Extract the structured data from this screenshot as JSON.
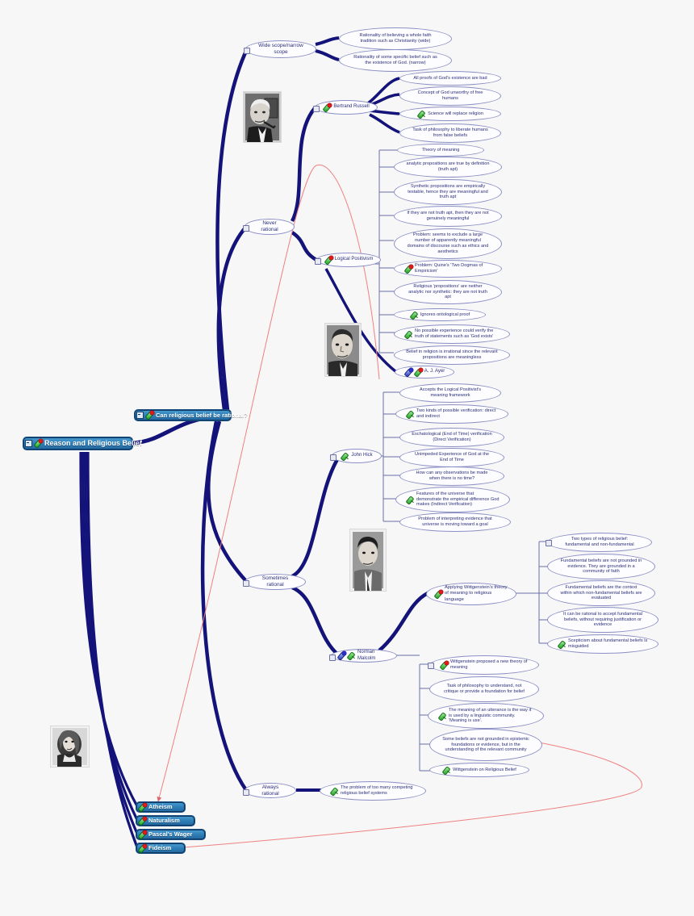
{
  "meta": {
    "title": "Reason and Religious Belief",
    "background": "#f7f7f7",
    "node_fill": "#2f7fb8",
    "line_color": "#13137a",
    "relation_color": "#f08080",
    "ellipse_text_color": "#2b2f7a"
  },
  "root": {
    "label": "Reason and Religious Belief",
    "icons": [
      "expand-icon",
      "pin-red-icon"
    ]
  },
  "central": {
    "label": "Can religious belief be rational?",
    "icons": [
      "expand-icon",
      "pin-red-icon"
    ]
  },
  "floating_topics": [
    {
      "label": "Atheism",
      "icons": [
        "pin-red-icon"
      ]
    },
    {
      "label": "Naturalism",
      "icons": [
        "pin-red-icon"
      ]
    },
    {
      "label": "Pascal's Wager",
      "icons": [
        "pin-red-icon"
      ]
    },
    {
      "label": "Fideism",
      "icons": [
        "pin-red-icon"
      ]
    }
  ],
  "branches": {
    "wide_narrow": {
      "label": "Wide scope/narrow scope",
      "children": [
        {
          "label": "Rationality of believing a whole faith tradition such as Christianity (wide)"
        },
        {
          "label": "Rationality of some specific belief such as the existence of God. (narrow)"
        }
      ]
    },
    "never_rational": {
      "label": "Never rational",
      "russell": {
        "label": "Bertrand Russell",
        "icons": [
          "pin-red-icon"
        ],
        "children": [
          {
            "label": "All proofs of God's existence are bad"
          },
          {
            "label": "Concept of God unworthy of free humans"
          },
          {
            "label": "Science will replace religion",
            "icons": [
              "pin-green-icon"
            ]
          },
          {
            "label": "Task of philosophy to liberate humans from false beliefs"
          }
        ]
      },
      "logical_positivism": {
        "label": "Logical Positivism",
        "icons": [
          "pin-red-icon"
        ],
        "children": [
          {
            "label": "Theory of meaning"
          },
          {
            "label": "analytic propositions are true by definition (truth apt)"
          },
          {
            "label": "Synthetic propositions are empirically testable, hence they are meaningful and truth apt"
          },
          {
            "label": "If they are not truth apt, then they are not genuinely meaningful"
          },
          {
            "label": "Problem: seems to exclude a large number of apparently meaningful domains of discourse such as ethics and aesthetics"
          },
          {
            "label": "Problem: Quine's 'Two Dogmas of Empiricism'",
            "icons": [
              "pin-red-icon"
            ]
          },
          {
            "label": "Religious 'propositions' are neither analytic nor synthetic: they are not truth apt"
          },
          {
            "label": "Ignores ontological proof",
            "icons": [
              "pin-green-icon"
            ]
          },
          {
            "label": "No possible experience could verify the truth of statements such as 'God exists'",
            "icons": [
              "pin-green-icon"
            ]
          },
          {
            "label": "Belief in religion is irrational since the relevant propositions are meaningless"
          }
        ]
      },
      "ayer": {
        "label": "A. J. Ayer",
        "icons": [
          "pin-blue-icon",
          "pin-red-icon"
        ]
      }
    },
    "sometimes_rational": {
      "label": "Sometimes rational",
      "hick": {
        "label": "John Hick",
        "icons": [
          "pin-green-icon"
        ],
        "children": [
          {
            "label": "Accepts the Logical Positivist's meaning framework"
          },
          {
            "label": "Two kinds of possible verification: direct and indirect",
            "icons": [
              "pin-red-icon"
            ]
          },
          {
            "label": "Eschatological (End of Time) verification (Direct Verification)"
          },
          {
            "label": "Unimpeded Experience of God at the End of Time"
          },
          {
            "label": "How can any observations be made when there is no time?"
          },
          {
            "label": "Features of the universe that demonstrate the empirical difference God makes (Indirect Verification)",
            "icons": [
              "pin-green-icon"
            ]
          },
          {
            "label": "Problem of interpreting evidence that universe is moving toward a goal"
          }
        ]
      },
      "applying_wittgenstein": {
        "label": "Applying Wittgenstein's theory of meaning to religious language",
        "icons": [
          "pin-red-icon"
        ],
        "children": [
          {
            "label": "Two types of religious belief: fundamental and non-fundamental"
          },
          {
            "label": "Fundamental beliefs are not grounded in evidence. They are grounded in a community of faith"
          },
          {
            "label": "Fundamental beliefs are the context within which non-fundamental beliefs are evaluated"
          },
          {
            "label": "It can be rational to accept fundamental beliefs, without requiring justification or evidence"
          },
          {
            "label": "Scepticism about fundamental beliefs is misguided",
            "icons": [
              "pin-green-icon"
            ]
          }
        ]
      },
      "malcolm": {
        "label": "Norman Malcolm",
        "icons": [
          "pin-blue-icon",
          "pin-green-icon"
        ],
        "children": [
          {
            "label": "Wittgenstein proposed a new theory of meaning",
            "icons": [
              "pin-red-icon"
            ]
          },
          {
            "label": "Task of philosophy to understand, not critique or provide a foundation for belief"
          },
          {
            "label": "The meaning of an utterance is the way it is used by a linguistic community. 'Meaning is use'.",
            "icons": [
              "pin-green-icon"
            ]
          },
          {
            "label": "Some beliefs are not grounded in epistemic foundations or evidence, but in the understanding of the relevant community"
          },
          {
            "label": "Wittgenstein on Religious Belief",
            "icons": [
              "pin-green-icon"
            ]
          }
        ]
      }
    },
    "always_rational": {
      "label": "Always rational",
      "children": [
        {
          "label": "The problem of too many competing religious belief systems",
          "icons": [
            "pin-green-icon"
          ]
        }
      ]
    }
  },
  "photos": [
    {
      "name": "bertrand-russell-photo",
      "caption": "Bertrand Russell"
    },
    {
      "name": "aj-ayer-photo",
      "caption": "A. J. Ayer"
    },
    {
      "name": "ludwig-wittgenstein-photo",
      "caption": "Ludwig Wittgenstein"
    },
    {
      "name": "blaise-pascal-portrait",
      "caption": "Blaise Pascal"
    }
  ]
}
